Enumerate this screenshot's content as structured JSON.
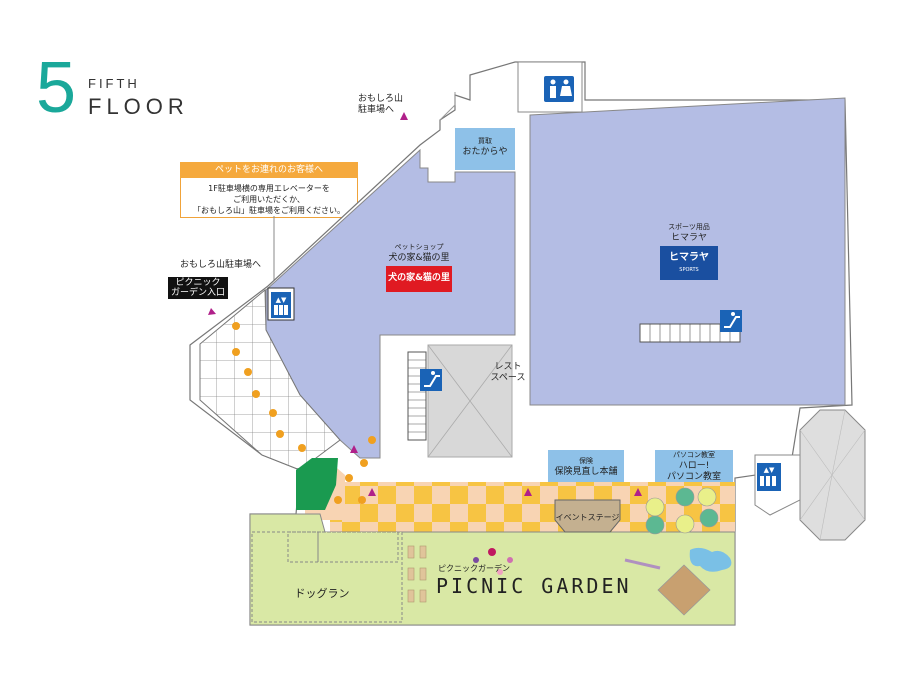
{
  "header": {
    "number": "5",
    "sub": "FIFTH",
    "main": "FLOOR"
  },
  "notice": {
    "title": "ペットをお連れのお客様へ",
    "lines": [
      "1F駐車場横の専用エレベーターを",
      "ご利用いただくか、",
      "「おもしろ山」駐車場をご利用ください。"
    ]
  },
  "labels": {
    "omoshiro_parking_top": [
      "おもしろ山",
      "駐車場へ"
    ],
    "omoshiro_parking_left": "おもしろ山駐車場へ",
    "picnic_entrance": [
      "ピクニック",
      "ガーデン入口"
    ],
    "rest_space": [
      "レスト",
      "スペース"
    ],
    "dog_run": "ドッグラン",
    "event_stage": "イベントステージ",
    "picnic_kana": "ピクニックガーデン",
    "picnic_title": "PICNIC GARDEN"
  },
  "stores": [
    {
      "id": "otakaraya",
      "category": "買取",
      "name": "おたからや"
    },
    {
      "id": "himaraya",
      "category": "スポーツ用品",
      "name": "ヒマラヤ",
      "logo_text": "ヒマラヤ",
      "logo_sub": "SPORTS"
    },
    {
      "id": "petshop",
      "category": "ペットショップ",
      "name": "犬の家&猫の里",
      "logo_text": "犬の家&猫の里"
    },
    {
      "id": "hoken",
      "category": "保険",
      "name": "保険見直し本舗"
    },
    {
      "id": "pc",
      "category": "パソコン教室",
      "name": "ハロー!",
      "name2": "パソコン教室"
    }
  ],
  "icons": [
    "restroom-icon",
    "elevator-icon",
    "escalator-icon",
    "paw-icon"
  ],
  "colors": {
    "brand_teal": "#1aa89a",
    "store_area": "#b4bde4",
    "store_label": "#8ec1e8",
    "garden": "#d9e8a5",
    "path_peach": "#f8d4b3",
    "path_yellow": "#f7c443",
    "facility_blue": "#1a63b6",
    "paw_orange": "#f0a020"
  }
}
